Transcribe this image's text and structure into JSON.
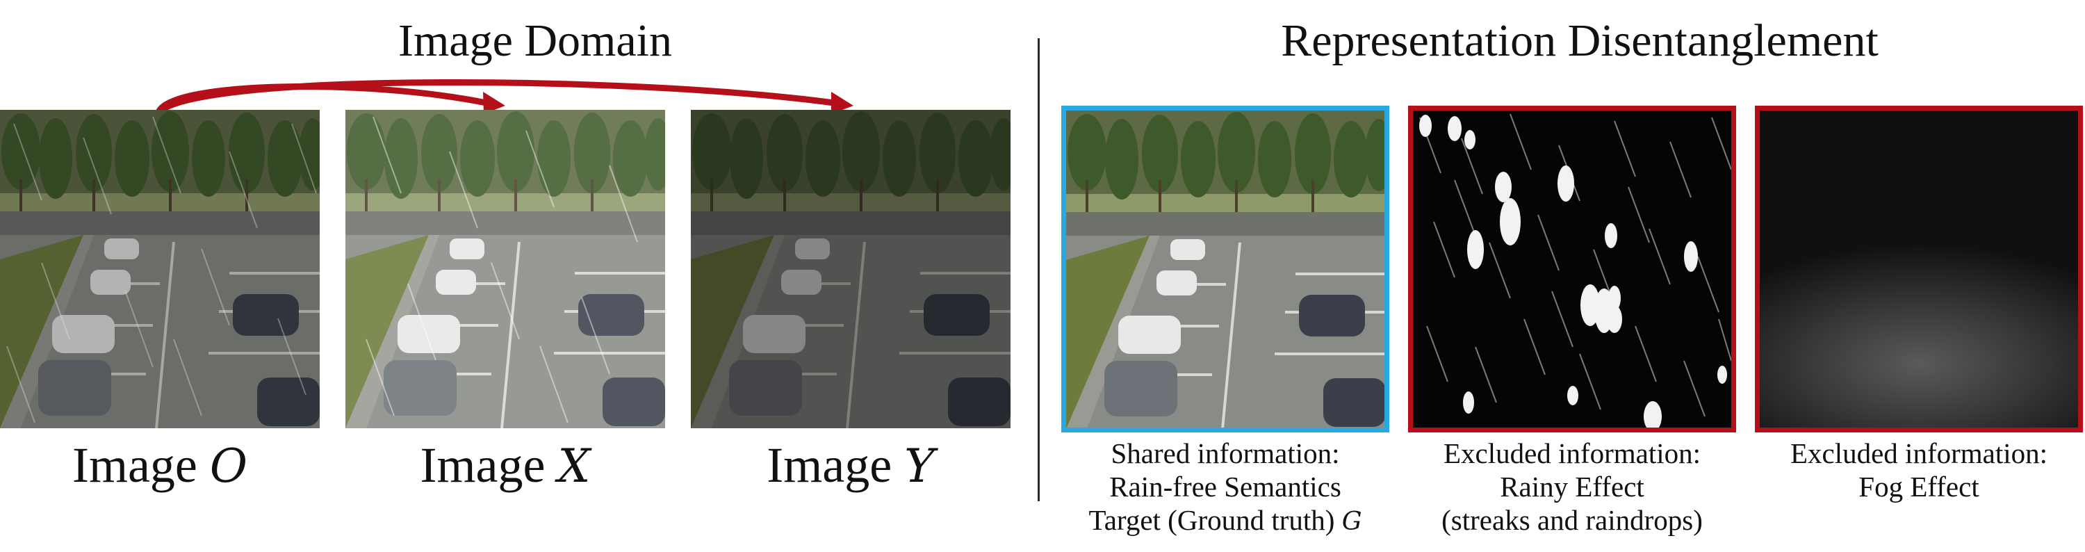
{
  "left_section": {
    "title": "Image Domain",
    "images": [
      {
        "label_prefix": "Image ",
        "label_var": "O"
      },
      {
        "label_prefix": "Image ",
        "label_var": "X"
      },
      {
        "label_prefix": "Image ",
        "label_var": "Y"
      }
    ]
  },
  "right_section": {
    "title": "Representation Disentanglement",
    "panels": [
      {
        "lines": [
          "Shared information:",
          "Rain-free Semantics",
          "Target (Ground truth) "
        ],
        "var": "G",
        "border_color": "#29a9e1"
      },
      {
        "lines": [
          "Excluded information:",
          "Rainy Effect",
          "(streaks and raindrops)"
        ],
        "border_color": "#b5101a"
      },
      {
        "lines": [
          "Excluded information:",
          "Fog Effect"
        ],
        "border_color": "#b5101a"
      }
    ]
  },
  "colors": {
    "arrow": "#b5101a",
    "shared_border": "#29a9e1",
    "excluded_border": "#b5101a"
  }
}
